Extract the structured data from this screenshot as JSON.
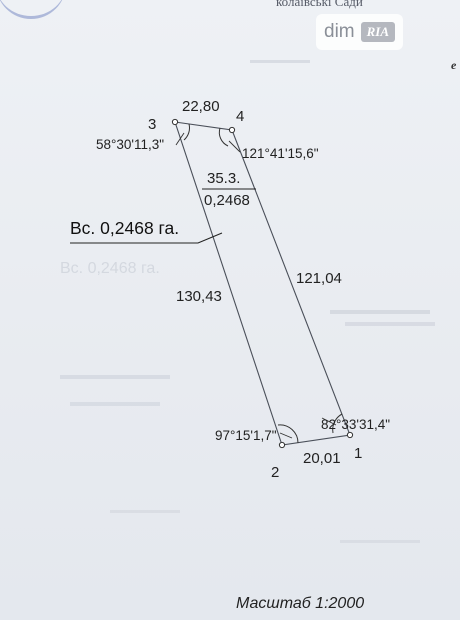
{
  "header": {
    "text": "колаївські Сади"
  },
  "watermark": {
    "brand": "dim",
    "badge": "RIA"
  },
  "edge_letter": "е",
  "points": {
    "p1": "1",
    "p2": "2",
    "p3": "3",
    "p4": "4"
  },
  "lengths": {
    "top": "22,80",
    "right": "121,04",
    "left": "130,43",
    "bottom": "20,01"
  },
  "angles": {
    "a3": "58°30'11,3\"",
    "a4": "121°41'15,6\"",
    "a2": "97°15'1,7\"",
    "a1": "82°33'31,4\""
  },
  "parcel": {
    "number": "35.3.",
    "area": "0,2468"
  },
  "total_area": "Вс. 0,2468 га.",
  "scale": "Масштаб 1:2000"
}
